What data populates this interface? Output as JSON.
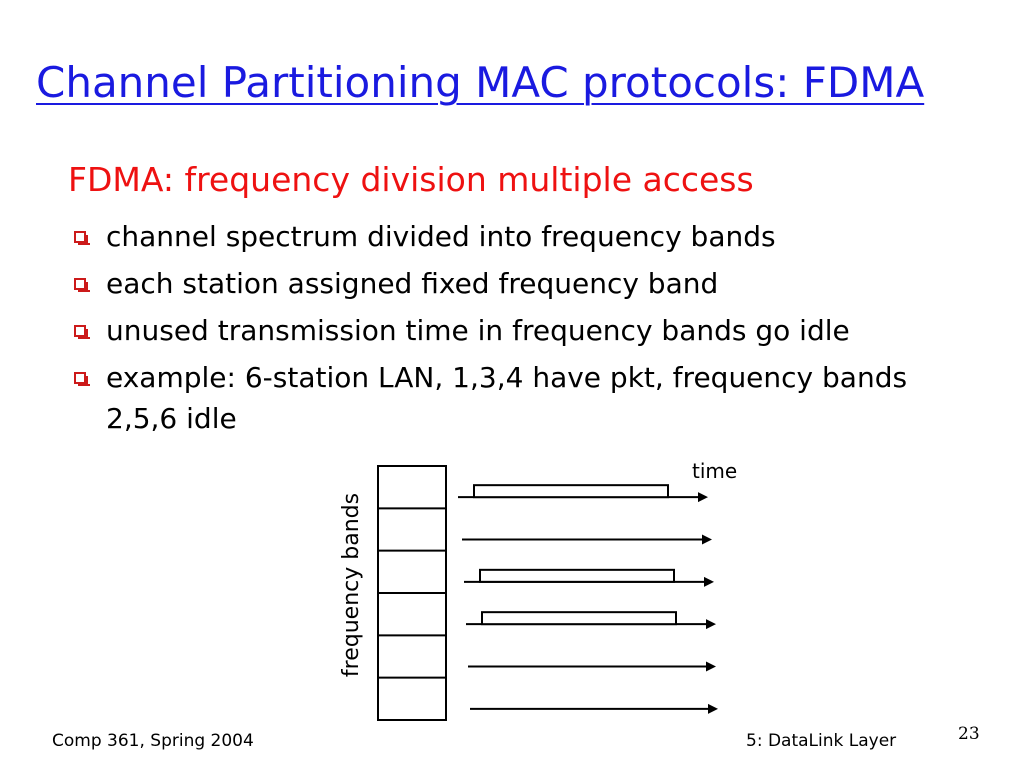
{
  "slide": {
    "title": "Channel Partitioning MAC protocols: FDMA",
    "subtitle": "FDMA: frequency division multiple access",
    "bullets": [
      "channel spectrum divided into frequency bands",
      "each station assigned fixed frequency band",
      "unused transmission time in frequency bands go idle",
      "example: 6-station LAN, 1,3,4 have pkt, frequency bands 2,5,6 idle"
    ],
    "diagram": {
      "time_label": "time",
      "axis_label": "frequency bands",
      "band_count": 6,
      "bands_with_packets": [
        1,
        3,
        4
      ]
    },
    "footer": {
      "left": "Comp 361, Spring 2004",
      "right": "5: DataLink Layer",
      "page_number": "23"
    },
    "colors": {
      "title": "#1a1ae0",
      "subtitle": "#ee1111",
      "bullet_marker": "#cc1a1a"
    }
  }
}
